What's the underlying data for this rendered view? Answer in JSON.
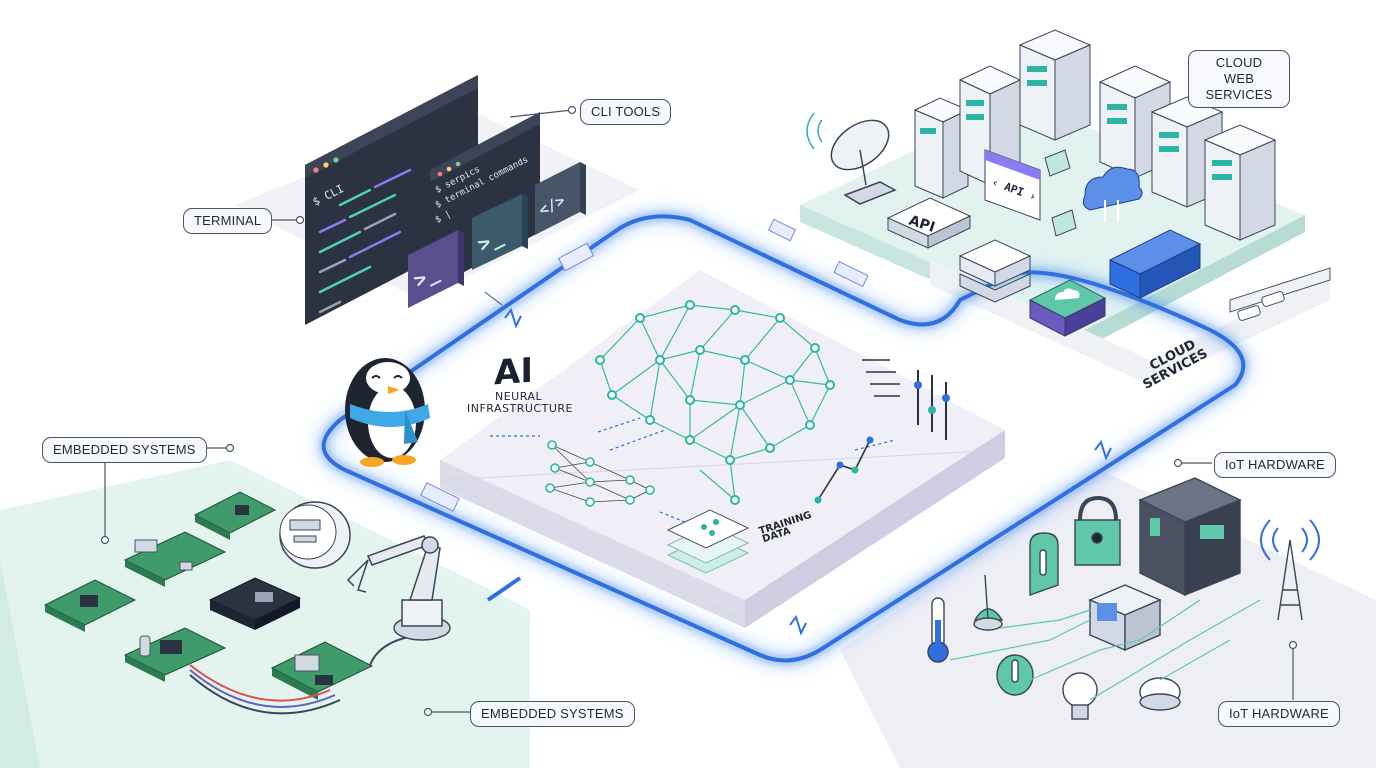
{
  "callouts": {
    "cli_tools": "CLI TOOLS",
    "terminal": "TERMINAL",
    "cloud_web_services": "CLOUD WEB SERVICES",
    "embedded_systems_top": "EMBEDDED SYSTEMS",
    "embedded_systems_bottom": "EMBEDDED SYSTEMS",
    "iot_hardware_top": "IoT HARDWARE",
    "iot_hardware_bottom": "IoT HARDWARE"
  },
  "ai_hub": {
    "title": "AI",
    "subtitle_line1": "NEURAL",
    "subtitle_line2": "INFRASTRUCTURE",
    "training_line1": "TRAINING",
    "training_line2": "DATA"
  },
  "cloud_platform": {
    "label_line1": "CLOUD",
    "label_line2": "SERVICES",
    "api_tile": "API",
    "api_window": "‹ API ›"
  },
  "terminal_windows": {
    "main_prompt": "$ CLI",
    "second_line1": "$ serpics",
    "second_line2": "$ terminal commands",
    "second_line3": "$ |",
    "prompt_icon": ">_",
    "code_icon": "</>"
  },
  "colors": {
    "accent_blue": "#2f6fe0",
    "glow_blue": "#8fc3ff",
    "teal": "#2bb5a6",
    "mint_platform": "#dff4ee",
    "lilac_platform": "#eceaf6",
    "dark_slate": "#2b3342",
    "pcb_green": "#3f9c6a"
  }
}
